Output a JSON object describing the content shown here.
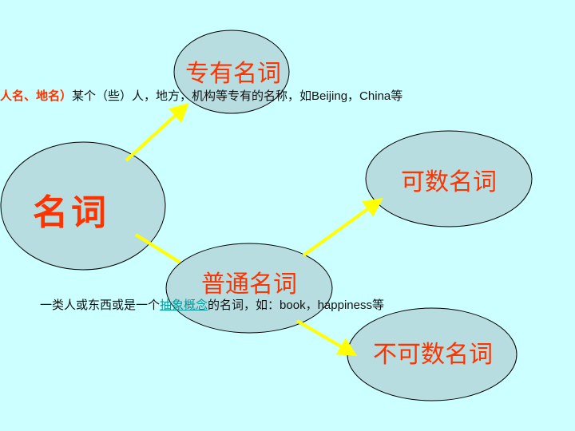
{
  "nodes": {
    "noun": "名词",
    "proper": "专有名词",
    "common": "普通名词",
    "countable": "可数名词",
    "uncountable": "不可数名词"
  },
  "notes": {
    "proper_prefix": "人名、地名）",
    "proper_text": "某个（些）人，地方，机构等专有的名称，如",
    "proper_examples": "Beijing，China",
    "proper_suffix": "等",
    "common_text": "一类人或东西或是一个",
    "common_link": "抽象概念",
    "common_mid": "的名词，如：",
    "common_examples": "book，happiness",
    "common_suffix": "等"
  },
  "colors": {
    "background": "#ccffff",
    "node_fill": "#b8dde0",
    "node_stroke": "#000000",
    "node_text": "#ff3300",
    "arrow": "#ffff00",
    "link_text": "#009999"
  }
}
